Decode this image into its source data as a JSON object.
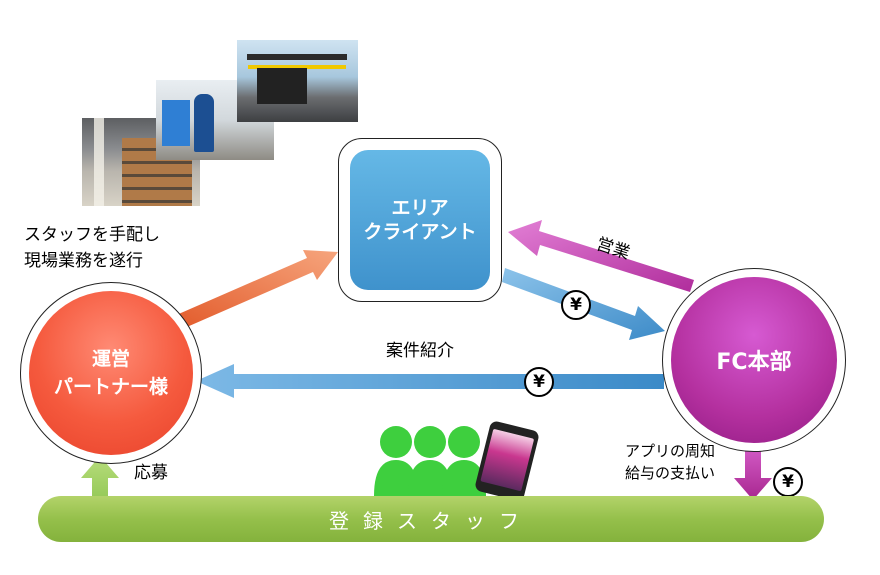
{
  "client": {
    "line1": "エリア",
    "line2": "クライアント"
  },
  "partner": {
    "line1": "運営",
    "line2": "パートナー様"
  },
  "fc": {
    "label": "FC本部"
  },
  "partner_task": {
    "line1": "スタッフを手配し",
    "line2": "現場業務を遂行"
  },
  "labels": {
    "sales": "営業",
    "referral": "案件紹介",
    "apply": "応募",
    "app_line1": "アプリの周知",
    "app_line2": "給与の支払い"
  },
  "yen_symbol": "¥",
  "staff": {
    "label": "登録スタッフ"
  },
  "icons": [
    "warehouse-photo",
    "delivery-photo",
    "stage-photo",
    "staff-group-icon",
    "smartphone-icon"
  ],
  "colors": {
    "client": "#4ea3d9",
    "partner": "#f55a3e",
    "fc": "#b4309f",
    "staff_bar": "#95c04b",
    "arrow_blue": "#4f9ad3",
    "arrow_orange": "#ea6d3c",
    "arrow_magenta": "#c43db1",
    "arrow_green": "#8dc44e",
    "people_green": "#3ecf3e"
  }
}
